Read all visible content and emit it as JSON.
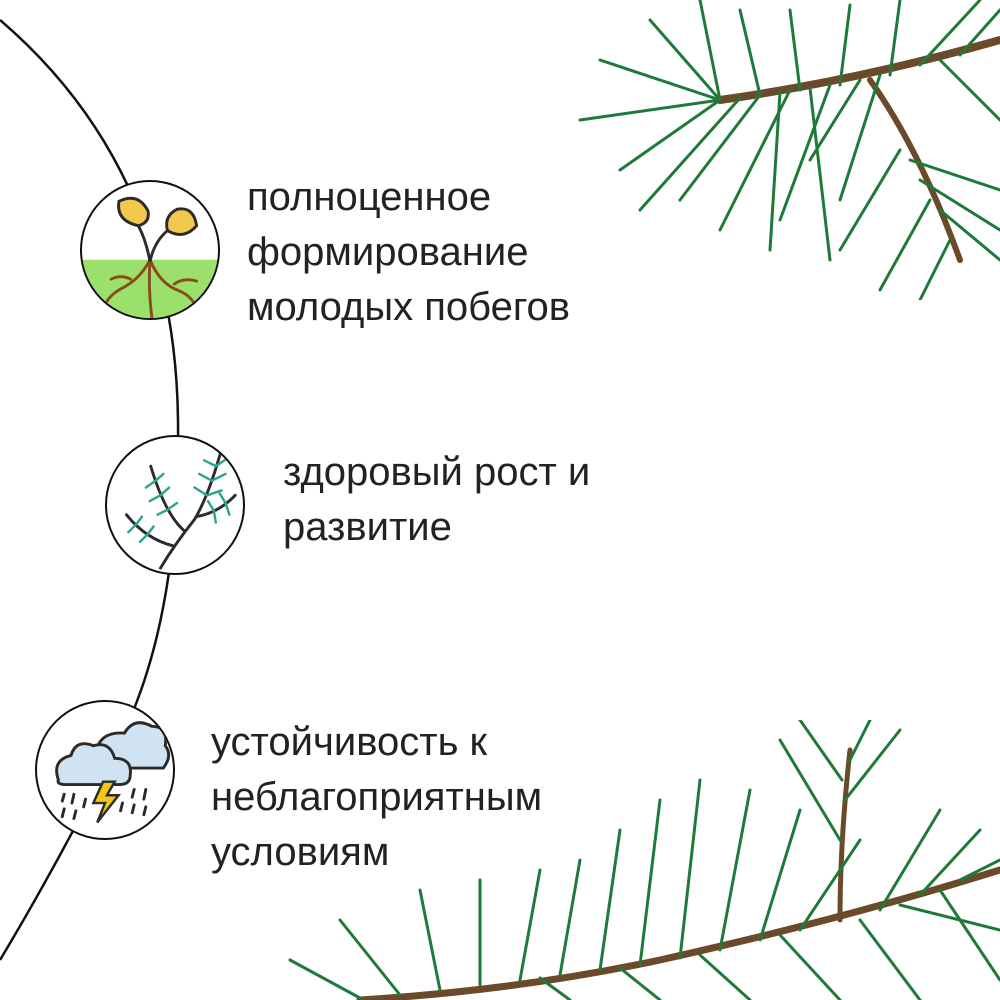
{
  "features": [
    {
      "icon": "sprout-roots-icon",
      "lines": [
        "полноценное",
        "формирование",
        "молодых побегов"
      ]
    },
    {
      "icon": "fir-twig-icon",
      "lines": [
        "здоровый рост и",
        "развитие"
      ]
    },
    {
      "icon": "storm-cloud-icon",
      "lines": [
        "устойчивость к",
        "неблагоприятным",
        "условиям"
      ]
    }
  ],
  "colors": {
    "needle_green": "#1f7a3a",
    "leaf_yellow": "#f2c94c",
    "soil_green": "#9be06a",
    "root_brown": "#8a4b1c",
    "twig_teal": "#2aa58e",
    "cloud_blue": "#cfe3f2",
    "bolt_yellow": "#f5c518"
  }
}
